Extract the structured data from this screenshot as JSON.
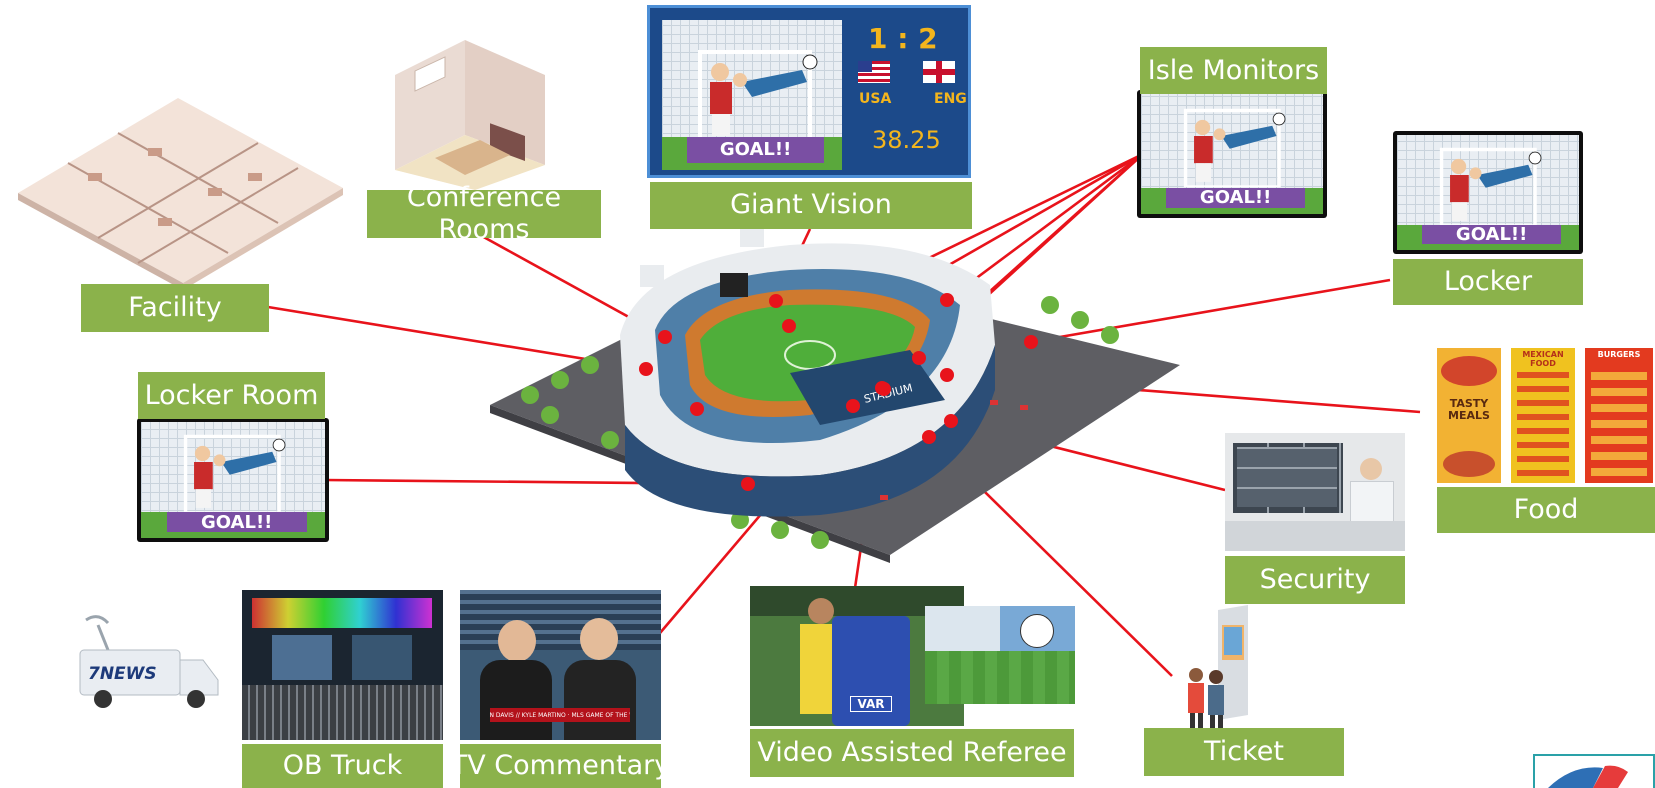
{
  "labels": {
    "conference_rooms": "Conference Rooms",
    "giant_vision": "Giant Vision",
    "isle_monitors": "Isle Monitors",
    "locker": "Locker",
    "facility": "Facility",
    "locker_room": "Locker Room",
    "food": "Food",
    "security": "Security",
    "ob_truck": "OB Truck",
    "tv_commentary": "TV Commentary",
    "var": "Video Assisted Referee",
    "ticket": "Ticket"
  },
  "scoreboard": {
    "score": "1 : 2",
    "team_home": "USA",
    "team_away": "ENG",
    "clock": "38.25",
    "banner": "GOAL!!"
  },
  "monitor_banner": "GOAL!!",
  "stadium_sign": "STADIUM",
  "news_logo": "7NEWS",
  "food_posters": [
    "TASTY MEALS",
    "MEXICAN FOOD",
    "BURGERS"
  ],
  "commentary_caption": "GLENN DAVIS // KYLE MARTINO · MLS GAME OF THE WEEK",
  "var_sign": "VAR",
  "colors": {
    "label_green": "#8bb24b",
    "link_red": "#e8131b",
    "scoreboard_blue": "#1c4a8a"
  }
}
